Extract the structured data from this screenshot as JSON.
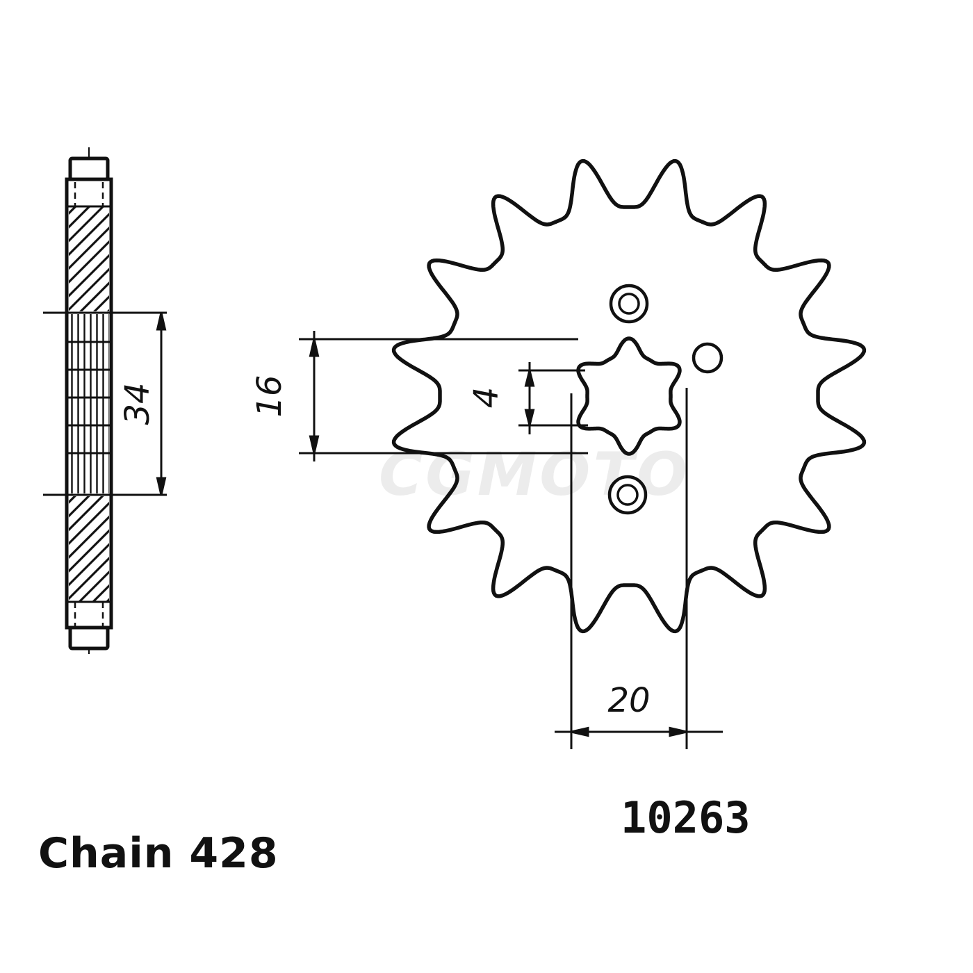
{
  "diagram": {
    "watermark": "CGMOTO",
    "part_number": "10263",
    "chain_label": "Chain 428",
    "dimensions": {
      "dim_34": "34",
      "dim_16": "16",
      "dim_4": "4",
      "dim_20": "20"
    },
    "sprocket": {
      "teeth": 16
    },
    "colors": {
      "line": "#111111",
      "background": "#ffffff"
    }
  }
}
